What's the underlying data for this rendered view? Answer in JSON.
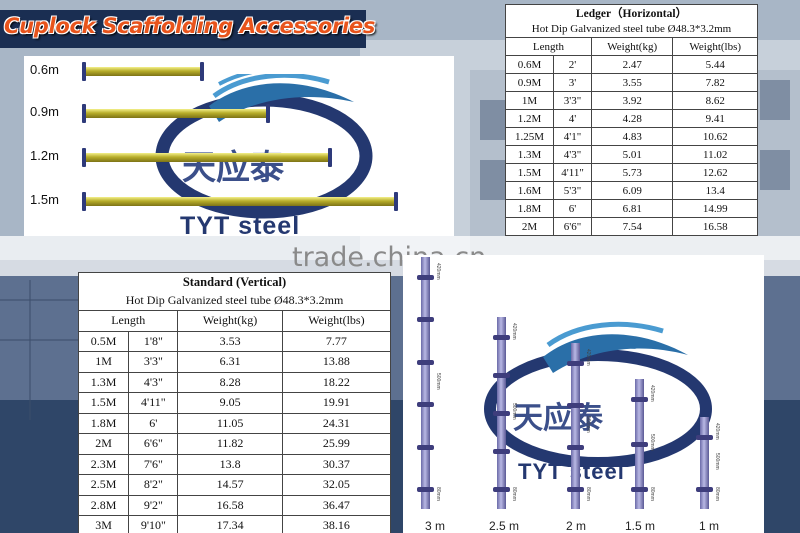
{
  "title": "Cuplock Scaffolding Accessories",
  "ledger_samples": [
    "0.6m",
    "0.9m",
    "1.2m",
    "1.5m"
  ],
  "logo": {
    "chinese": "天应泰",
    "brand": "TYT steel"
  },
  "watermark": "trade.china.cn",
  "ledger_table": {
    "title": "Ledger（Horizontal）",
    "subtitle": "Hot Dip Galvanized steel tube Ø48.3*3.2mm",
    "headers": [
      "Length",
      "Weight(kg)",
      "Weight(lbs)"
    ],
    "rows": [
      [
        "0.6M",
        "2'",
        "2.47",
        "5.44"
      ],
      [
        "0.9M",
        "3'",
        "3.55",
        "7.82"
      ],
      [
        "1M",
        "3'3\"",
        "3.92",
        "8.62"
      ],
      [
        "1.2M",
        "4'",
        "4.28",
        "9.41"
      ],
      [
        "1.25M",
        "4'1\"",
        "4.83",
        "10.62"
      ],
      [
        "1.3M",
        "4'3\"",
        "5.01",
        "11.02"
      ],
      [
        "1.5M",
        "4'11\"",
        "5.73",
        "12.62"
      ],
      [
        "1.6M",
        "5'3\"",
        "6.09",
        "13.4"
      ],
      [
        "1.8M",
        "6'",
        "6.81",
        "14.99"
      ],
      [
        "2M",
        "6'6\"",
        "7.54",
        "16.58"
      ]
    ]
  },
  "standard_table": {
    "title": "Standard (Vertical)",
    "subtitle": "Hot Dip Galvanized steel tube Ø48.3*3.2mm",
    "headers": [
      "Length",
      "Weight(kg)",
      "Weight(lbs)"
    ],
    "rows": [
      [
        "0.5M",
        "1'8\"",
        "3.53",
        "7.77"
      ],
      [
        "1M",
        "3'3\"",
        "6.31",
        "13.88"
      ],
      [
        "1.3M",
        "4'3\"",
        "8.28",
        "18.22"
      ],
      [
        "1.5M",
        "4'11\"",
        "9.05",
        "19.91"
      ],
      [
        "1.8M",
        "6'",
        "11.05",
        "24.31"
      ],
      [
        "2M",
        "6'6\"",
        "11.82",
        "25.99"
      ],
      [
        "2.3M",
        "7'6\"",
        "13.8",
        "30.37"
      ],
      [
        "2.5M",
        "8'2\"",
        "14.57",
        "32.05"
      ],
      [
        "2.8M",
        "9'2\"",
        "16.58",
        "36.47"
      ],
      [
        "3M",
        "9'10\"",
        "17.34",
        "38.16"
      ]
    ]
  },
  "vertical_samples": [
    "3 m",
    "2.5 m",
    "2 m",
    "1.5 m",
    "1 m"
  ],
  "dimension_marks": {
    "top": "420mm",
    "mid": "500mm",
    "bottom": "80mm"
  },
  "colors": {
    "title": "#e8541c",
    "banner": "#1a2e52",
    "logo_blue": "#243870",
    "ledger_pipe": "#b7ad2a",
    "standard_pipe": "#7a79b8"
  }
}
